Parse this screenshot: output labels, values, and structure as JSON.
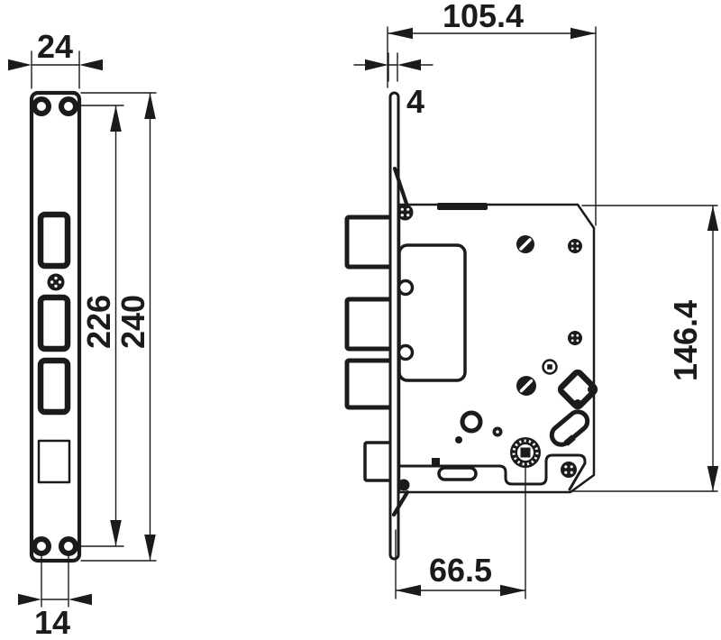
{
  "colors": {
    "ink": "#1b1b1b",
    "paper": "#ffffff"
  },
  "faceplate_view": {
    "dim_width": "24",
    "dim_hole_span": "226",
    "dim_total_height": "240",
    "dim_hole_spacing": "14"
  },
  "body_view": {
    "dim_depth": "105.4",
    "dim_plate_thickness": "4",
    "dim_height": "146.4",
    "dim_backset": "66.5"
  }
}
